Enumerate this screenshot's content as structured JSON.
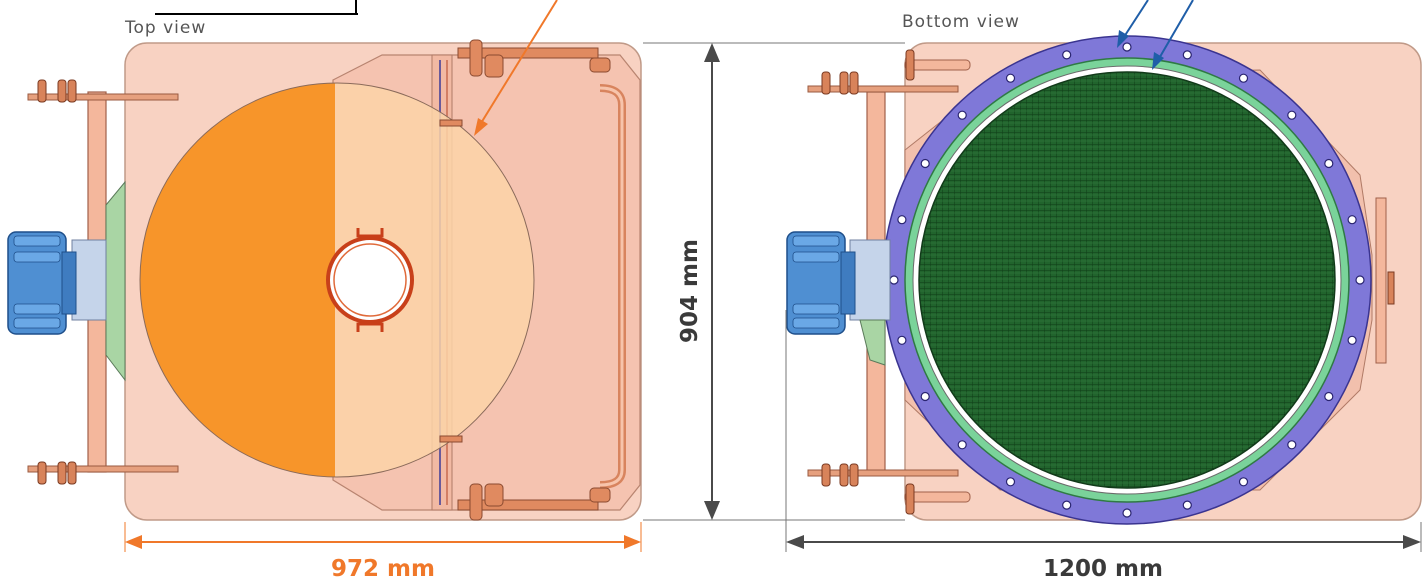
{
  "views": {
    "top": {
      "label": "Top view"
    },
    "bottom": {
      "label": "Bottom view"
    }
  },
  "dimensions": {
    "top_width": "972 mm",
    "height": "904 mm",
    "bottom_width": "1200 mm"
  },
  "colors": {
    "plate": "#f8d2c2",
    "plate_stroke": "#b48a78",
    "copper": "#e08a60",
    "orange_dark": "#f7952a",
    "orange_light": "#fbd3a8",
    "flange": "#7f78d8",
    "mesh": "#1f5e2a",
    "gasket": "#7ad39a",
    "motor": "#4f8fd2",
    "dimension_top": "#f0782a",
    "dimension_dark": "#4a4a4a",
    "arrow_blue": "#1f5ea8"
  }
}
